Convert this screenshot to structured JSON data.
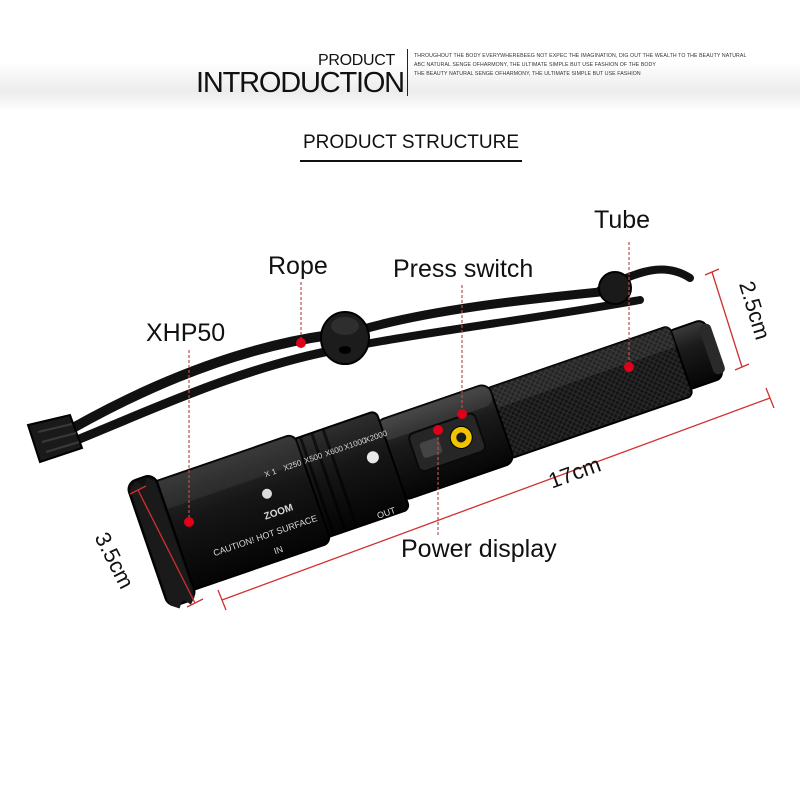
{
  "header": {
    "title_small": "PRODUCT",
    "title_big": "INTRODUCTION",
    "fine_print": [
      "THROUGHOUT THE BODY EVERYWHEREBEEG NOT EXPEC THE IMAGINATION, DIG OUT THE WEALTH TO THE BEAUTY NATURAL",
      "ABC NATURAL SENGE OFHARMONY, THE ULTIMATE SIMPLE BUT USE FASHION OF THE BODY",
      "THE BEAUTY NATURAL SENGE OFHARMONY, THE ULTIMATE SIMPLE BUT USE FASHION"
    ]
  },
  "section_title": "PRODUCT STRUCTURE",
  "labels": {
    "tube": "Tube",
    "rope": "Rope",
    "press_switch": "Press switch",
    "xhp50": "XHP50",
    "power_display": "Power display"
  },
  "dimensions": {
    "length": "17cm",
    "head_diameter": "3.5cm",
    "tube_diameter": "2.5cm"
  },
  "head_markings": {
    "caution": "CAUTION! HOT SURFACE",
    "zoom": "ZOOM",
    "in": "IN",
    "out": "OUT",
    "scale": [
      "X 1",
      "X250",
      "X500",
      "X600",
      "X1000",
      "X2000"
    ]
  },
  "colors": {
    "marker_red": "#e0001a",
    "dimension_line": "#d03030",
    "switch_ring": "#f0c400",
    "body": "#151515"
  }
}
